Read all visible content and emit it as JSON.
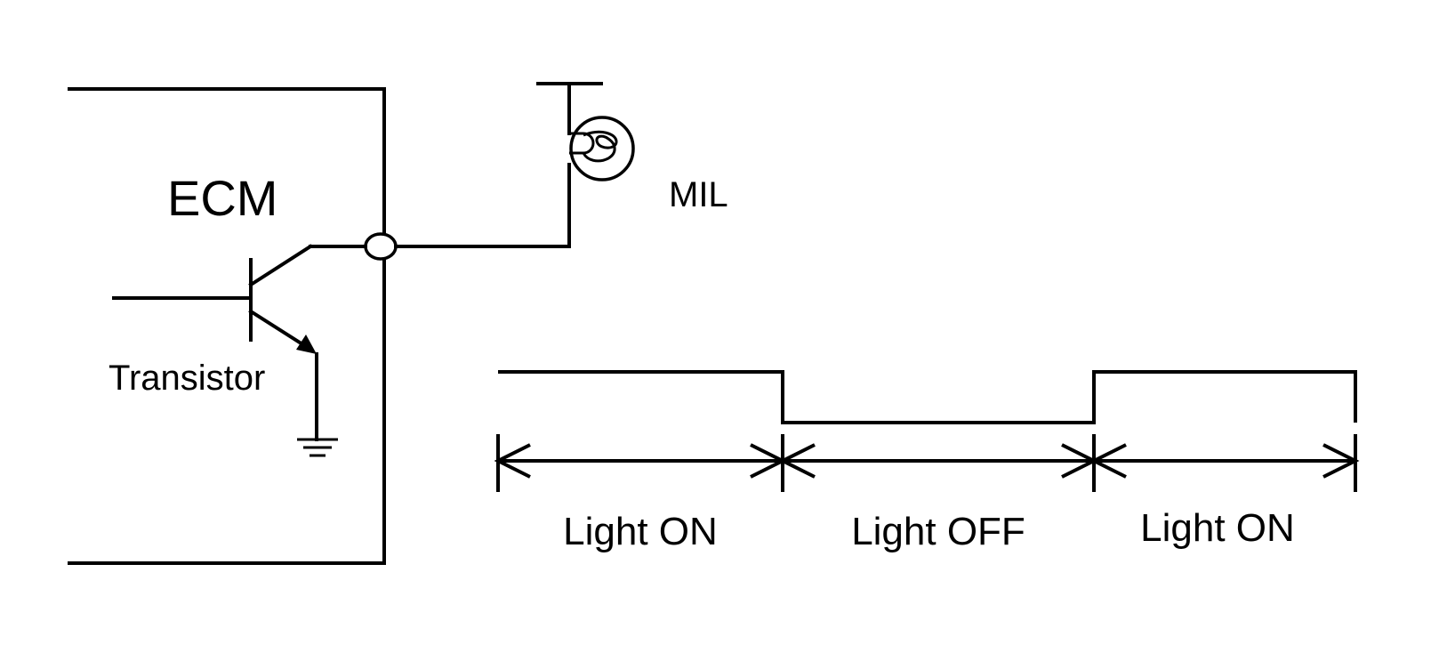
{
  "labels": {
    "ecm": "ECM",
    "mil": "MIL",
    "transistor": "Transistor"
  },
  "timing": {
    "segments": [
      {
        "label": "Light ON",
        "level": "high"
      },
      {
        "label": "Light OFF",
        "level": "low"
      },
      {
        "label": "Light ON",
        "level": "high"
      }
    ]
  },
  "colors": {
    "line": "#000000",
    "background": "#ffffff"
  }
}
